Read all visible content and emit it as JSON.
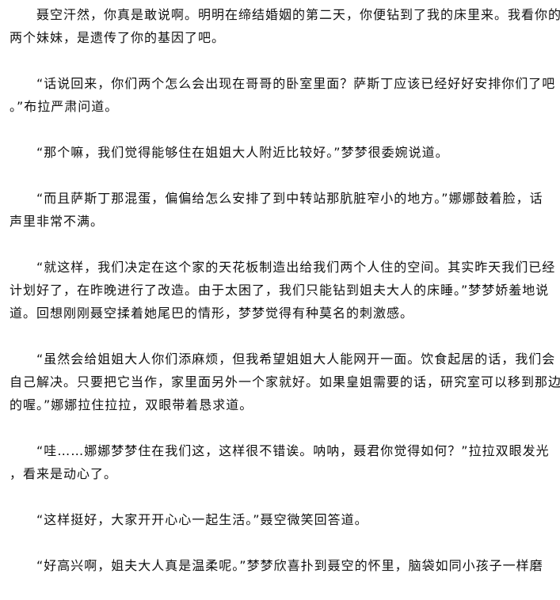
{
  "paragraphs": [
    {
      "lines": [
        "聂空汗然，你真是敢说啊。明明在缔结婚姻的第二天，你便钻到了我的床里来。我看你的",
        "两个妹妹，是遗传了你的基因了吧。"
      ]
    },
    {
      "lines": [
        "“话说回来，你们两个怎么会出现在哥哥的卧室里面？萨斯丁应该已经好好安排你们了吧",
        "。”布拉严肃问道。"
      ]
    },
    {
      "lines": [
        "“那个嘛，我们觉得能够住在姐姐大人附近比较好。”梦梦很委婉说道。"
      ]
    },
    {
      "lines": [
        "“而且萨斯丁那混蛋，偏偏给怎么安排了到中转站那肮脏窄小的地方。”娜娜鼓着脸，话",
        "声里非常不满。"
      ]
    },
    {
      "lines": [
        "“就这样，我们决定在这个家的天花板制造出给我们两个人住的空间。其实昨天我们已经",
        "计划好了，在昨晚进行了改造。由于太困了，我们只能钻到姐夫大人的床睡。”梦梦娇羞地说",
        "道。回想刚刚聂空揉着她尾巴的情形，梦梦觉得有种莫名的刺激感。"
      ]
    },
    {
      "lines": [
        "“虽然会给姐姐大人你们添麻烦，但我希望姐姐大人能网开一面。饮食起居的话，我们会",
        "自己解决。只要把它当作，家里面另外一个家就好。如果皇姐需要的话，研究室可以移到那边",
        "的喔。”娜娜拉住拉拉，双眼带着恳求道。"
      ]
    },
    {
      "lines": [
        "“哇……娜娜梦梦住在我们这，这样很不错诶。呐呐，聂君你觉得如何？”拉拉双眼发光",
        "，看来是动心了。"
      ]
    },
    {
      "lines": [
        "“这样挺好，大家开开心心一起生活。”聂空微笑回答道。"
      ]
    },
    {
      "lines": [
        "“好高兴啊，姐夫大人真是温柔呢。”梦梦欣喜扑到聂空的怀里，脑袋如同小孩子一样磨"
      ]
    }
  ]
}
